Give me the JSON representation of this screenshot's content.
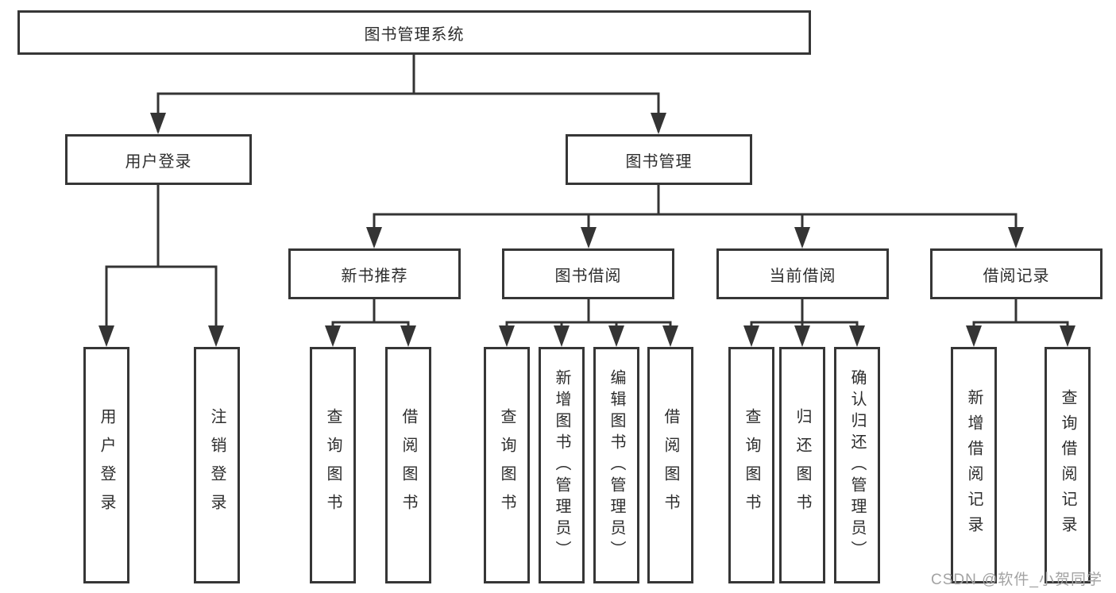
{
  "diagram_title": "图书管理系统",
  "tree": {
    "label": "图书管理系统",
    "children": [
      {
        "label": "用户登录",
        "children": [
          {
            "label": "用户登录"
          },
          {
            "label": "注销登录"
          }
        ]
      },
      {
        "label": "图书管理",
        "children": [
          {
            "label": "新书推荐",
            "children": [
              {
                "label": "查询图书"
              },
              {
                "label": "借阅图书"
              }
            ]
          },
          {
            "label": "图书借阅",
            "children": [
              {
                "label": "查询图书"
              },
              {
                "label": "新增图书（管理员）"
              },
              {
                "label": "编辑图书（管理员）"
              },
              {
                "label": "借阅图书"
              }
            ]
          },
          {
            "label": "当前借阅",
            "children": [
              {
                "label": "查询图书"
              },
              {
                "label": "归还图书"
              },
              {
                "label": "确认归还（管理员）"
              }
            ]
          },
          {
            "label": "借阅记录",
            "children": [
              {
                "label": "新增借阅记录"
              },
              {
                "label": "查询借阅记录"
              }
            ]
          }
        ]
      }
    ]
  },
  "watermark": {
    "text": "CSDN @软件_小贺同学"
  },
  "colors": {
    "background": "#ffffff",
    "line": "#343434",
    "box_border": "#363636",
    "text": "#2d2d2d",
    "watermark": "#a3a3a3"
  }
}
